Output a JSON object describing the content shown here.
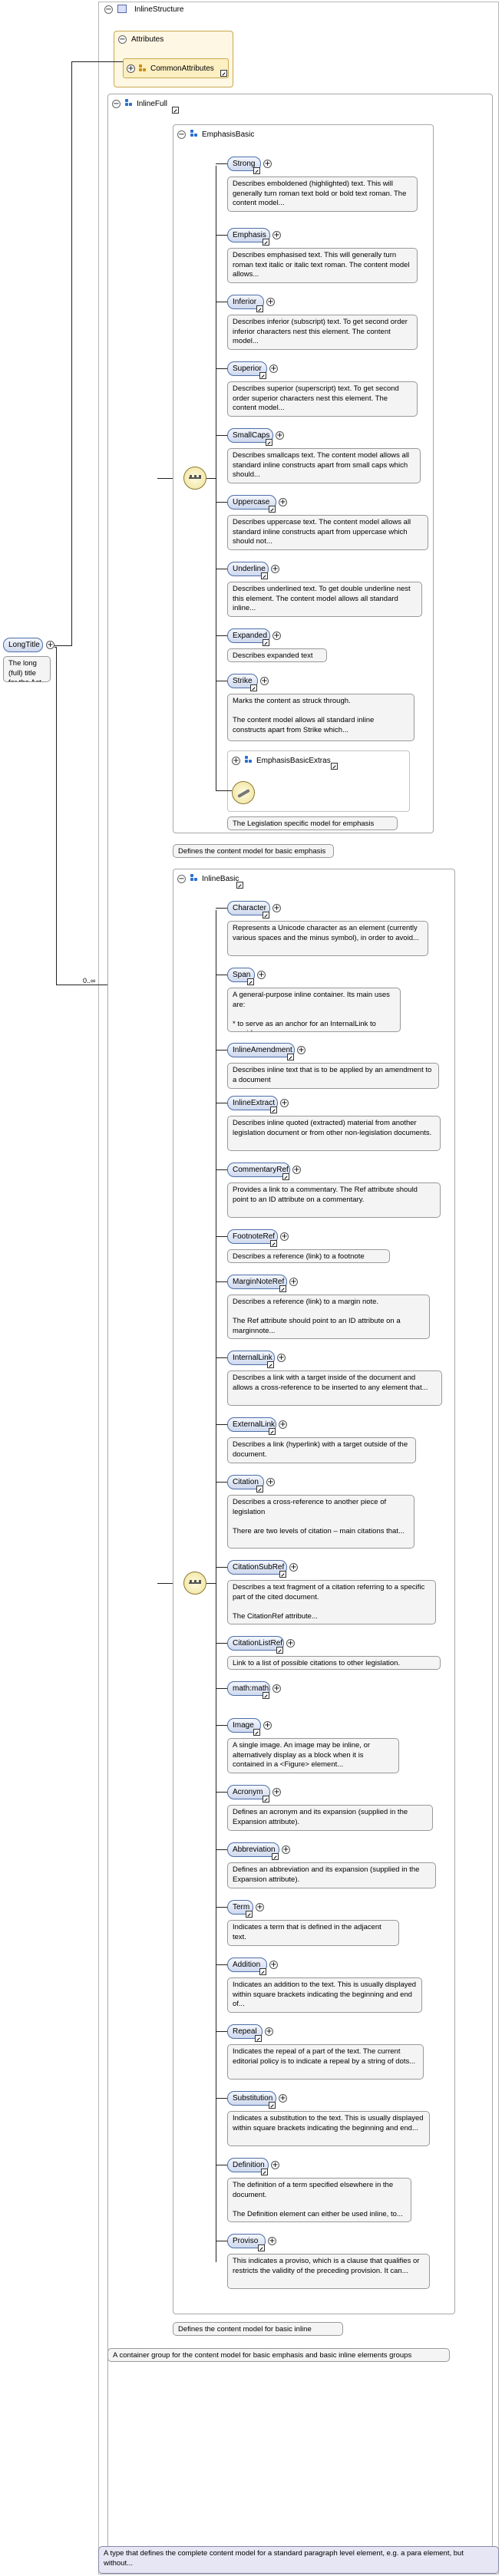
{
  "root": {
    "name": "InlineStructure",
    "doc": "A type that defines the complete content model for a standard paragraph level element, e.g. a para element, but without..."
  },
  "attributes": {
    "label": "Attributes",
    "common": "CommonAttributes"
  },
  "long_title": {
    "name": "LongTitle",
    "doc": "The long (full) title for the Act"
  },
  "cardinality": "0..∞",
  "inline_full": {
    "name": "InlineFull",
    "doc": "A container group for the content model for basic emphasis and basic inline elements groups"
  },
  "emphasis_basic": {
    "name": "EmphasisBasic",
    "doc": "Defines the content model for basic emphasis",
    "elements": [
      {
        "name": "Strong",
        "doc": "Describes emboldened (highlighted) text. This will generally turn roman text bold or bold text roman. The content model..."
      },
      {
        "name": "Emphasis",
        "doc": "Describes emphasised text. This will generally turn roman text italic or italic text roman. The content model allows..."
      },
      {
        "name": "Inferior",
        "doc": "Describes inferior (subscript) text. To get second order inferior characters nest this element. The content model..."
      },
      {
        "name": "Superior",
        "doc": "Describes superior (superscript) text. To get second order superior characters nest this element. The content model..."
      },
      {
        "name": "SmallCaps",
        "doc": "Describes smallcaps text. The content model allows all standard inline constructs apart from small caps which should..."
      },
      {
        "name": "Uppercase",
        "doc": "Describes uppercase text. The content model allows all standard inline constructs apart from uppercase which should not..."
      },
      {
        "name": "Underline",
        "doc": "Describes underlined text. To get double underline nest this element. The content model allows all standard inline..."
      },
      {
        "name": "Expanded",
        "doc": "Describes expanded text"
      },
      {
        "name": "Strike",
        "doc": "Marks the content as struck through.\n\nThe content model allows all standard inline constructs apart from Strike which..."
      }
    ],
    "extras": {
      "name": "EmphasisBasicExtras",
      "doc": "The Legislation specific model for emphasis"
    }
  },
  "inline_basic": {
    "name": "InlineBasic",
    "doc": "Defines the content model for basic inline elements",
    "elements": [
      {
        "name": "Character",
        "doc": "Represents a Unicode character as an element (currently various spaces and the minus symbol), in order to avoid..."
      },
      {
        "name": "Span",
        "doc": "A general-purpose inline container. Its main uses are:\n\n* to serve as an anchor for an InternalLink to provide..."
      },
      {
        "name": "InlineAmendment",
        "doc": "Describes inline text that is to be applied by an amendment to a document"
      },
      {
        "name": "InlineExtract",
        "doc": "Describes inline quoted (extracted) material from another legislation document or from other non-legislation documents."
      },
      {
        "name": "CommentaryRef",
        "doc": "Provides a link to a commentary. The Ref attribute should point to an ID attribute on a commentary."
      },
      {
        "name": "FootnoteRef",
        "doc": "Describes a reference (link) to a footnote"
      },
      {
        "name": "MarginNoteRef",
        "doc": "Describes a reference (link) to a margin note.\n\nThe Ref attribute should point to an ID attribute on a marginnote..."
      },
      {
        "name": "InternalLink",
        "doc": "Describes a link with a target inside of the document and allows a cross-reference to be inserted to any element that..."
      },
      {
        "name": "ExternalLink",
        "doc": "Describes a link (hyperlink) with a target outside of the document."
      },
      {
        "name": "Citation",
        "doc": "Describes a cross-reference to another piece of legislation\n\nThere are two levels of citation – main citations that..."
      },
      {
        "name": "CitationSubRef",
        "doc": "Describes a text fragment of a citation referring to a specific part of the cited document.\n\nThe CitationRef attribute..."
      },
      {
        "name": "CitationListRef",
        "doc": "Link to a list of possible citations to other legislation."
      },
      {
        "name": "math:math",
        "doc": ""
      },
      {
        "name": "Image",
        "doc": "A single image. An image may be inline, or alternatively display as a block when it is contained in a <Figure> element..."
      },
      {
        "name": "Acronym",
        "doc": "Defines an acronym and its expansion (supplied in the Expansion attribute)."
      },
      {
        "name": "Abbreviation",
        "doc": "Defines an abbreviation and its expansion (supplied in the Expansion attribute)."
      },
      {
        "name": "Term",
        "doc": "Indicates a term that is defined in the adjacent text."
      },
      {
        "name": "Addition",
        "doc": "Indicates an addition to the text. This is usually displayed within square brackets indicating the beginning and end of..."
      },
      {
        "name": "Repeal",
        "doc": "Indicates the repeal of a part of the text. The current editorial policy is to indicate a repeal by a string of dots..."
      },
      {
        "name": "Substitution",
        "doc": "Indicates a substitution to the text. This is usually displayed within square brackets indicating the beginning and end..."
      },
      {
        "name": "Definition",
        "doc": "The definition of a term specified elsewhere in the document.\n\nThe Definition element can either be used inline, to..."
      },
      {
        "name": "Proviso",
        "doc": "This indicates a proviso, which is a clause that qualifies or restricts the validity of the preceding provision. It can..."
      }
    ]
  },
  "colors": {
    "pill_border": "#4d6fa8",
    "attr_fill": "#fdf7e3",
    "doc_fill": "#f4f4f4",
    "root_doc_fill": "#e6e6f4"
  }
}
